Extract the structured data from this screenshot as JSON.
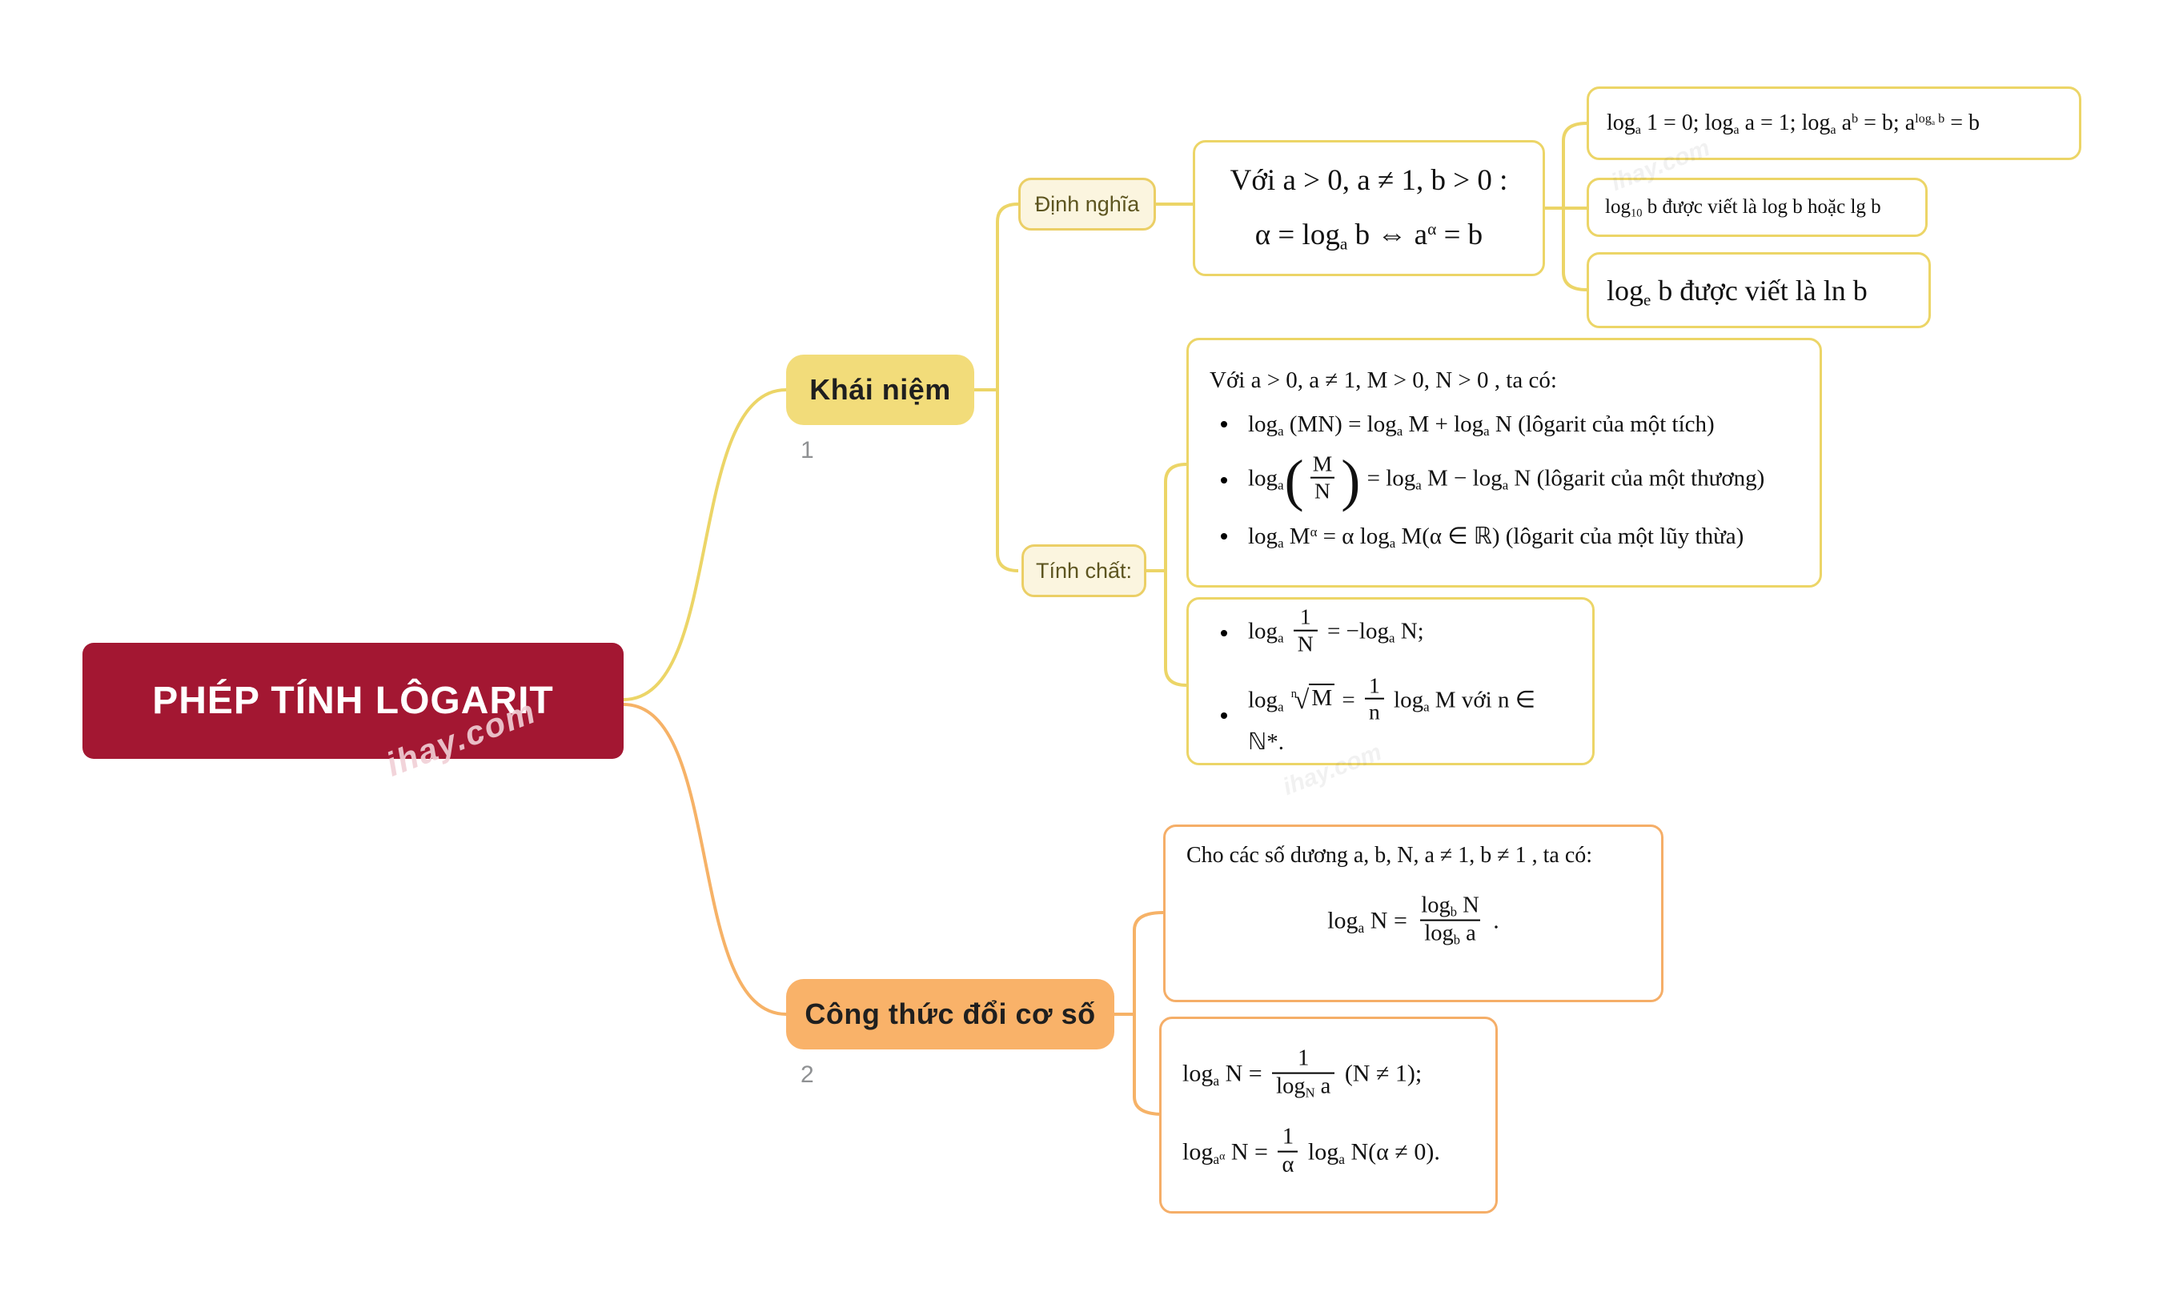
{
  "title": "PHÉP TÍNH LÔGARIT",
  "watermark": {
    "text": "ihay.com"
  },
  "colors": {
    "root_bg": "#a31732",
    "root_text": "#ffffff",
    "branch1_bg": "#f2dc7a",
    "branch2_bg": "#f9b269",
    "sub_bg": "#fbf5df",
    "sub_border": "#ebcf66",
    "sub_text": "#5d5520",
    "border1": "#ecd567",
    "border2": "#f5ae68",
    "line1": "#ecd567",
    "line2": "#f6b267",
    "label_gray": "#8f9193"
  },
  "root": {
    "label": "PHÉP TÍNH LÔGARIT"
  },
  "branches": [
    {
      "label": "Khái niệm",
      "index": "1"
    },
    {
      "label": "Công thức đổi cơ số",
      "index": "2"
    }
  ],
  "subnodes": {
    "dinh_nghia": {
      "label": "Định nghĩa"
    },
    "tinh_chat": {
      "label": "Tính chất:"
    }
  },
  "formulas": {
    "def_box": {
      "line1": [
        {
          "t": "Với  a > 0, a ≠ 1, b > 0 :"
        }
      ],
      "line2": [
        {
          "t": "α = log"
        },
        {
          "sub": "a"
        },
        {
          "t": " b ⇔ a"
        },
        {
          "sup": "α"
        },
        {
          "t": " = b"
        }
      ]
    },
    "kn_box1": [
      {
        "t": "log"
      },
      {
        "sub": "a"
      },
      {
        "t": " 1 = 0;  log"
      },
      {
        "sub": "a"
      },
      {
        "t": " a = 1; log"
      },
      {
        "sub": "a"
      },
      {
        "t": " a"
      },
      {
        "sup": "b"
      },
      {
        "t": " = b;  a"
      },
      {
        "sup": [
          {
            "t": "log"
          },
          {
            "sub": "a"
          },
          {
            "t": " b"
          }
        ]
      },
      {
        "t": " = b"
      }
    ],
    "kn_box2": [
      {
        "t": "log"
      },
      {
        "sub": "10"
      },
      {
        "t": " b  được viết là  log b  hoặc  lg b"
      }
    ],
    "kn_box3": [
      {
        "t": "log"
      },
      {
        "sub": "e"
      },
      {
        "t": " b  được viết là  ln b"
      }
    ],
    "tc_box1": {
      "header": [
        {
          "t": "Với  a > 0, a ≠ 1, M > 0, N > 0 , ta có:"
        }
      ],
      "bullets": [
        [
          {
            "t": "log"
          },
          {
            "sub": "a"
          },
          {
            "t": " (MN) = log"
          },
          {
            "sub": "a"
          },
          {
            "t": " M + log"
          },
          {
            "sub": "a"
          },
          {
            "t": " N  (lôgarit của một tích)"
          }
        ],
        [
          {
            "t": "log"
          },
          {
            "sub": "a"
          },
          {
            "bp": "("
          },
          {
            "frac": {
              "n": [
                {
                  "t": "M"
                }
              ],
              "d": [
                {
                  "t": "N"
                }
              ]
            }
          },
          {
            "bp": ")"
          },
          {
            "t": " = log"
          },
          {
            "sub": "a"
          },
          {
            "t": " M − log"
          },
          {
            "sub": "a"
          },
          {
            "t": " N  (lôgarit của một thương)"
          }
        ],
        [
          {
            "t": "log"
          },
          {
            "sub": "a"
          },
          {
            "t": " M"
          },
          {
            "sup": "α"
          },
          {
            "t": " = α log"
          },
          {
            "sub": "a"
          },
          {
            "t": " M(α ∈ ℝ)  (lôgarit của một lũy thừa)"
          }
        ]
      ]
    },
    "tc_box2": {
      "bullets": [
        [
          {
            "t": "log"
          },
          {
            "sub": "a"
          },
          {
            "t": " "
          },
          {
            "frac": {
              "n": [
                {
                  "t": "1"
                }
              ],
              "d": [
                {
                  "t": "N"
                }
              ]
            }
          },
          {
            "t": " = −log"
          },
          {
            "sub": "a"
          },
          {
            "t": " N;"
          }
        ],
        [
          {
            "t": "log"
          },
          {
            "sub": "a"
          },
          {
            "t": " "
          },
          {
            "sqrt": {
              "i": "n",
              "b": "M"
            }
          },
          {
            "t": " = "
          },
          {
            "frac": {
              "n": [
                {
                  "t": "1"
                }
              ],
              "d": [
                {
                  "t": "n"
                }
              ]
            }
          },
          {
            "t": " log"
          },
          {
            "sub": "a"
          },
          {
            "t": " M  với  n ∈ ℕ*."
          }
        ]
      ]
    },
    "cs_box1": {
      "header": [
        {
          "t": "Cho các số dương a, b, N,  a ≠ 1, b ≠ 1 , ta có:"
        }
      ],
      "formula": [
        {
          "t": "log"
        },
        {
          "sub": "a"
        },
        {
          "t": " N = "
        },
        {
          "frac": {
            "n": [
              {
                "t": "log"
              },
              {
                "sub": "b"
              },
              {
                "t": " N"
              }
            ],
            "d": [
              {
                "t": "log"
              },
              {
                "sub": "b"
              },
              {
                "t": " a"
              }
            ]
          }
        },
        {
          "t": " ."
        }
      ]
    },
    "cs_box2": {
      "f1": [
        {
          "t": "log"
        },
        {
          "sub": "a"
        },
        {
          "t": " N = "
        },
        {
          "frac": {
            "n": [
              {
                "t": "1"
              }
            ],
            "d": [
              {
                "t": "log"
              },
              {
                "sub": "N"
              },
              {
                "t": " a"
              }
            ]
          }
        },
        {
          "t": " (N ≠ 1);"
        }
      ],
      "f2": [
        {
          "t": "log"
        },
        {
          "sub": [
            {
              "t": "a"
            },
            {
              "sup": "α"
            }
          ]
        },
        {
          "t": " N = "
        },
        {
          "frac": {
            "n": [
              {
                "t": "1"
              }
            ],
            "d": [
              {
                "t": "α"
              }
            ]
          }
        },
        {
          "t": " log"
        },
        {
          "sub": "a"
        },
        {
          "t": " N(α ≠ 0)."
        }
      ]
    }
  }
}
